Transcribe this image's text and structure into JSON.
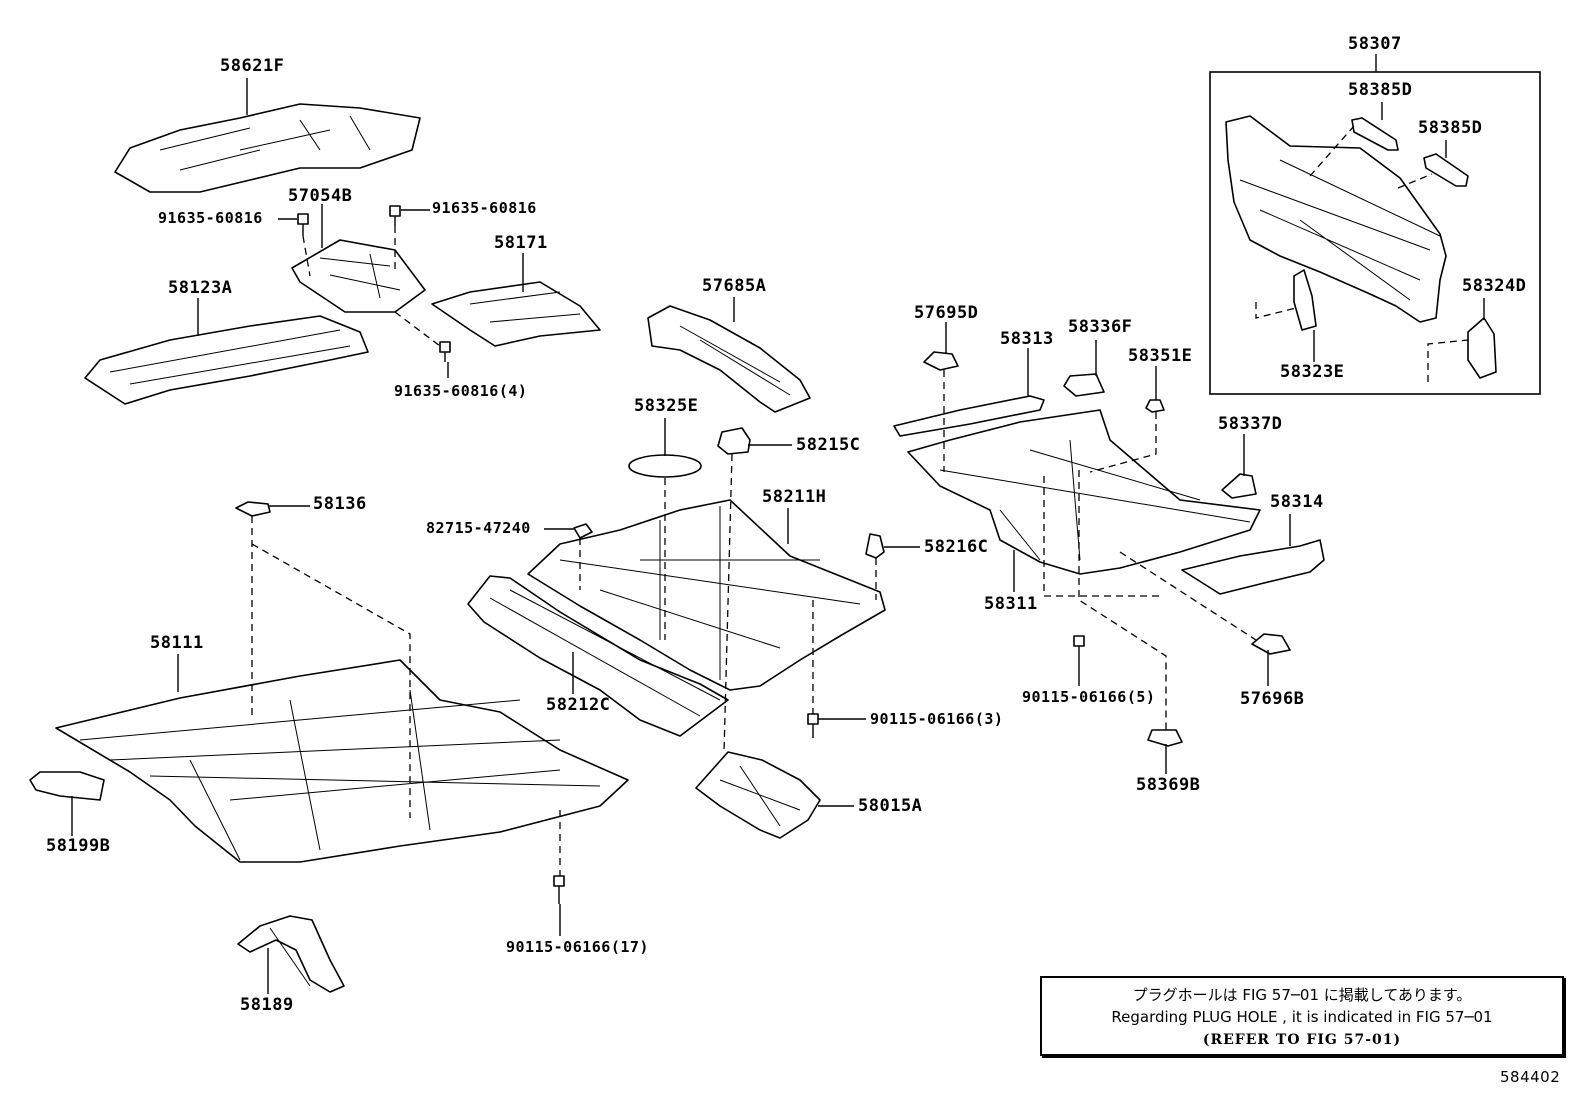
{
  "labels": {
    "p58621F": "58621F",
    "p91635_60816_a": "91635-60816",
    "p57054B": "57054B",
    "p91635_60816_b": "91635-60816",
    "p58171": "58171",
    "p58123A": "58123A",
    "p91635_60816_4": "91635-60816(4)",
    "p57685A": "57685A",
    "p58325E": "58325E",
    "p58215C": "58215C",
    "p58136": "58136",
    "p82715_47240": "82715-47240",
    "p58211H": "58211H",
    "p58216C": "58216C",
    "p58111": "58111",
    "p58212C": "58212C",
    "p90115_06166_3": "90115-06166(3)",
    "p58199B": "58199B",
    "p58015A": "58015A",
    "p90115_06166_17": "90115-06166(17)",
    "p58189": "58189",
    "p58307": "58307",
    "p58385D_a": "58385D",
    "p58385D_b": "58385D",
    "p58324D": "58324D",
    "p58323E": "58323E",
    "p57695D": "57695D",
    "p58313": "58313",
    "p58336F": "58336F",
    "p58351E": "58351E",
    "p58337D": "58337D",
    "p58314": "58314",
    "p58311": "58311",
    "p90115_06166_5": "90115-06166(5)",
    "p57696B": "57696B",
    "p58369B": "58369B"
  },
  "note": {
    "line_jp": "プラグホールは FIG 57─01 に掲載してあります。",
    "line_en": "Regarding  PLUG  HOLE , it is indicated in FIG  57─01",
    "line_ref": "(REFER TO FIG 57-01)"
  },
  "figure_id": "584402"
}
